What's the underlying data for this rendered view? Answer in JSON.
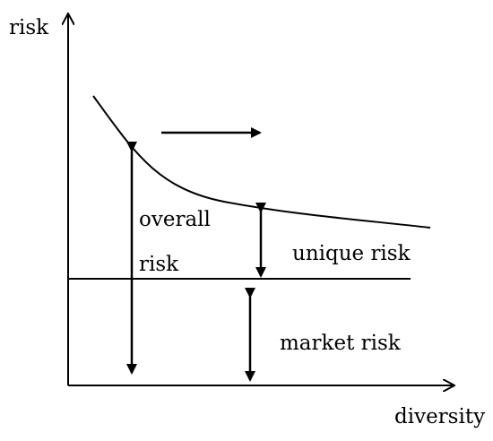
{
  "diagram": {
    "y_axis_label": "risk",
    "x_axis_label": "diversity",
    "overall_risk_line1": "overall",
    "overall_risk_line2": "risk",
    "unique_risk_label": "unique risk",
    "market_risk_label": "market risk"
  },
  "colors": {
    "stroke": "#000000",
    "background": "#ffffff"
  }
}
